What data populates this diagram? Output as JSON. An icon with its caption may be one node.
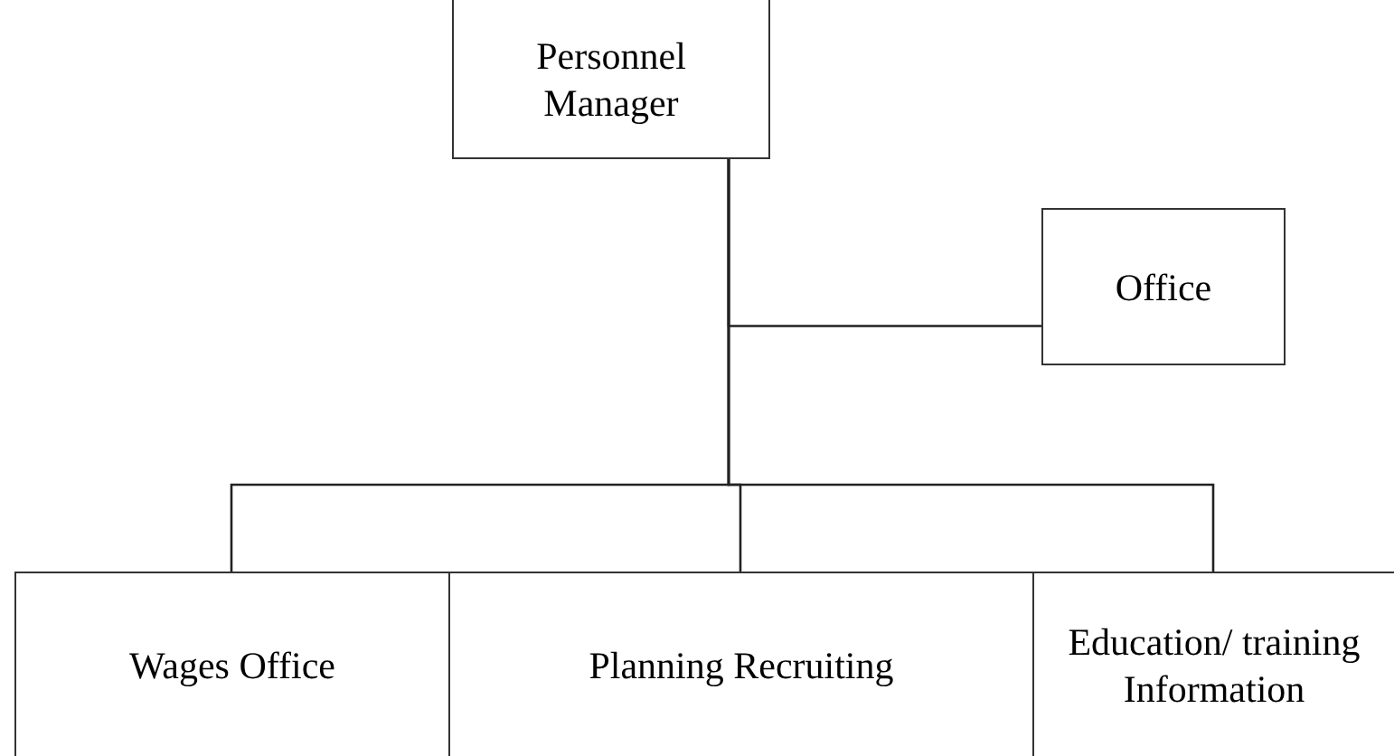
{
  "diagram": {
    "nodes": [
      {
        "text": [
          "Personnel Manager"
        ]
      },
      {
        "text": [
          "Office"
        ]
      },
      {
        "text": [
          "Wages Office"
        ]
      },
      {
        "text": [
          "Planning Recruiting"
        ]
      },
      {
        "text": [
          "Education/ training Information"
        ]
      }
    ],
    "edges": [
      {
        "from": 0,
        "to": 1,
        "arrow": "none"
      },
      {
        "from": 0,
        "to": 2,
        "arrow": "none"
      },
      {
        "from": 0,
        "to": 3,
        "arrow": "none"
      },
      {
        "from": 0,
        "to": 4,
        "arrow": "none"
      }
    ]
  }
}
